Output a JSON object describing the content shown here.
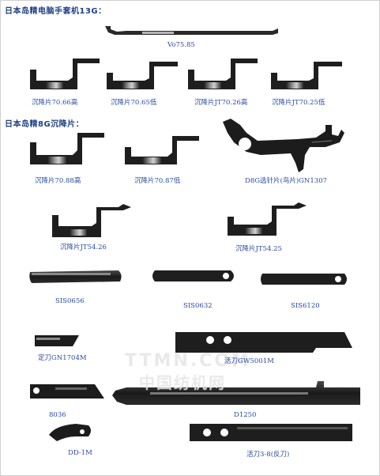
{
  "headings": {
    "section1": "日本岛精电脑手套机13G：",
    "section2": "日本岛精8G沉降片："
  },
  "captions": {
    "vo": "Vo75.85",
    "s1": "沉降片70.66高",
    "s2": "沉降片70.65低",
    "s3": "沉降片JT70.26高",
    "s4": "沉降片JT70.25低",
    "s5": "沉降片70.88高",
    "s6": "沉降片70.87低",
    "d8g": "D8G选针片(鸟片)GN1307",
    "jt2": "沉降片JT54.26",
    "jt1": "沉降片JT54.25",
    "sis0656": "SIS0656",
    "sis0632": "SIS0632",
    "sis6120": "SIS6120",
    "ding": "定刀GN1704M",
    "huo": "活刀GW5001M",
    "p8036": "8036",
    "d1250": "D1250",
    "dd": "DD-1M",
    "huo2": "活刀3-8(反刀)"
  },
  "watermark": {
    "line1": "TTMN.COM",
    "line2": "中国纺机网"
  },
  "colors": {
    "part": "#1c1c1c",
    "metal_hi": "#9a9a9a",
    "label": "#2a4aa0",
    "heading": "#1f3f86"
  }
}
